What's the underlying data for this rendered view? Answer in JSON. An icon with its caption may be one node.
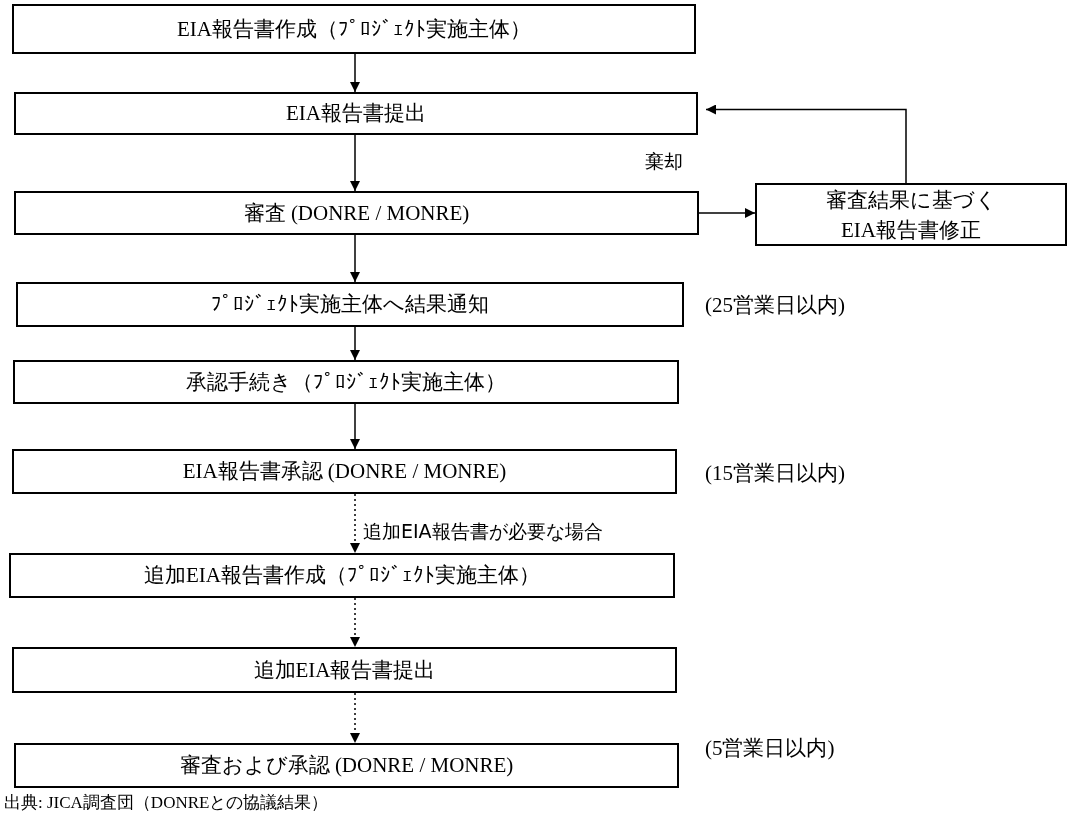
{
  "diagram": {
    "caption": "出典: JICA調査団（DONREとの協議結果）",
    "nodes": [
      {
        "text": [
          "EIA報告書作成（ﾌﾟﾛｼﾞｪｸﾄ実施主体）"
        ]
      },
      {
        "text": [
          "EIA報告書提出"
        ]
      },
      {
        "text": [
          "審査 (DONRE / MONRE)"
        ]
      },
      {
        "text": [
          "審査結果に基づくEIA報告書修正"
        ]
      },
      {
        "text": [
          "ﾌﾟﾛｼﾞｪｸﾄ実施主体へ結果通知"
        ],
        "beside": [
          "(25営業日以内)"
        ]
      },
      {
        "text": [
          "承認手続き（ﾌﾟﾛｼﾞｪｸﾄ実施主体）"
        ]
      },
      {
        "text": [
          "EIA報告書承認 (DONRE / MONRE)"
        ],
        "beside": [
          "(15営業日以内)"
        ]
      },
      {
        "text": [
          "追加EIA報告書作成（ﾌﾟﾛｼﾞｪｸﾄ実施主体）"
        ]
      },
      {
        "text": [
          "追加EIA報告書提出"
        ]
      },
      {
        "text": [
          "審査および承認 (DONRE / MONRE)"
        ],
        "beside": [
          "(5営業日以内)"
        ]
      }
    ],
    "edges": [
      {
        "from": 0,
        "to": 1,
        "arrow": "to"
      },
      {
        "from": 1,
        "to": 2,
        "arrow": "to"
      },
      {
        "from": 2,
        "to": 3,
        "arrow": "to",
        "label": "棄却"
      },
      {
        "from": 3,
        "to": 1,
        "arrow": "to"
      },
      {
        "from": 2,
        "to": 4,
        "arrow": "to"
      },
      {
        "from": 4,
        "to": 5,
        "arrow": "to"
      },
      {
        "from": 5,
        "to": 6,
        "arrow": "to"
      },
      {
        "from": 6,
        "to": 7,
        "arrow": "to",
        "style": "dashed",
        "label": "追加EIA報告書が必要な場合"
      },
      {
        "from": 7,
        "to": 8,
        "arrow": "to",
        "style": "dashed"
      },
      {
        "from": 8,
        "to": 9,
        "arrow": "to",
        "style": "dashed"
      }
    ]
  }
}
